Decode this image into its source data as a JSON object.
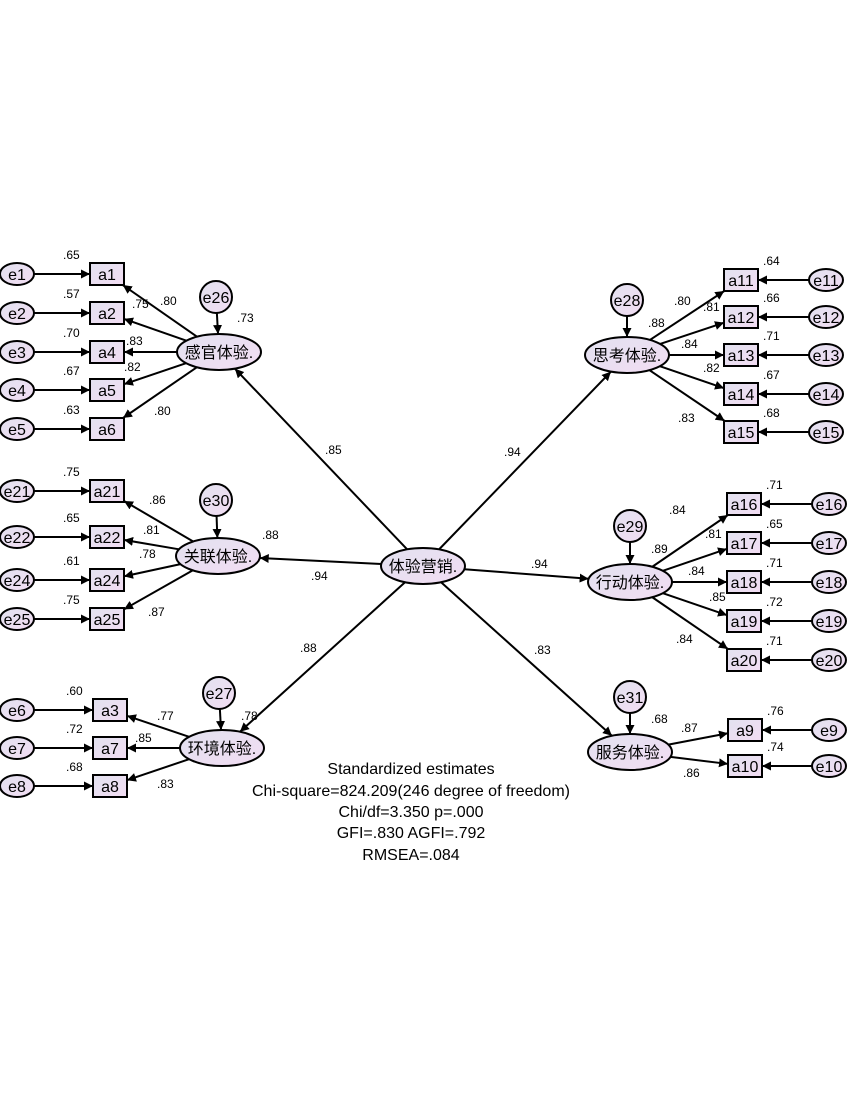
{
  "colors": {
    "node_fill_a": "#e4e0f0",
    "node_fill_b": "#f0dcf0",
    "stroke": "#000000"
  },
  "central": {
    "id": "C",
    "label": "体验营销."
  },
  "factors": [
    {
      "id": "F1",
      "label": "感官体验.",
      "path": ".85",
      "resid": "e26",
      "r2": ".73",
      "items": [
        {
          "id": "a1",
          "loading": ".80",
          "r2": ".65",
          "err": "e1"
        },
        {
          "id": "a2",
          "loading": ".75",
          "r2": ".57",
          "err": "e2"
        },
        {
          "id": "a4",
          "loading": ".83",
          "r2": ".70",
          "err": "e3"
        },
        {
          "id": "a5",
          "loading": ".82",
          "r2": ".67",
          "err": "e4"
        },
        {
          "id": "a6",
          "loading": ".80",
          "r2": ".63",
          "err": "e5"
        }
      ]
    },
    {
      "id": "F2",
      "label": "关联体验.",
      "path": ".94",
      "resid": "e30",
      "r2": ".88",
      "items": [
        {
          "id": "a21",
          "loading": ".86",
          "r2": ".75",
          "err": "e21"
        },
        {
          "id": "a22",
          "loading": ".81",
          "r2": ".65",
          "err": "e22"
        },
        {
          "id": "a24",
          "loading": ".78",
          "r2": ".61",
          "err": "e24"
        },
        {
          "id": "a25",
          "loading": ".87",
          "r2": ".75",
          "err": "e25"
        }
      ]
    },
    {
      "id": "F3",
      "label": "环境体验.",
      "path": ".88",
      "resid": "e27",
      "r2": ".78",
      "items": [
        {
          "id": "a3",
          "loading": ".77",
          "r2": ".60",
          "err": "e6"
        },
        {
          "id": "a7",
          "loading": ".85",
          "r2": ".72",
          "err": "e7"
        },
        {
          "id": "a8",
          "loading": ".83",
          "r2": ".68",
          "err": "e8"
        }
      ]
    },
    {
      "id": "F4",
      "label": "思考体验.",
      "path": ".94",
      "resid": "e28",
      "r2": ".88",
      "items": [
        {
          "id": "a11",
          "loading": ".80",
          "r2": ".64",
          "err": "e11"
        },
        {
          "id": "a12",
          "loading": ".81",
          "r2": ".66",
          "err": "e12"
        },
        {
          "id": "a13",
          "loading": ".84",
          "r2": ".71",
          "err": "e13"
        },
        {
          "id": "a14",
          "loading": ".82",
          "r2": ".67",
          "err": "e14"
        },
        {
          "id": "a15",
          "loading": ".83",
          "r2": ".68",
          "err": "e15"
        }
      ]
    },
    {
      "id": "F5",
      "label": "行动体验.",
      "path": ".94",
      "resid": "e29",
      "r2": ".89",
      "items": [
        {
          "id": "a16",
          "loading": ".84",
          "r2": ".71",
          "err": "e16"
        },
        {
          "id": "a17",
          "loading": ".81",
          "r2": ".65",
          "err": "e17"
        },
        {
          "id": "a18",
          "loading": ".84",
          "r2": ".71",
          "err": "e18"
        },
        {
          "id": "a19",
          "loading": ".85",
          "r2": ".72",
          "err": "e19"
        },
        {
          "id": "a20",
          "loading": ".84",
          "r2": ".71",
          "err": "e20"
        }
      ]
    },
    {
      "id": "F6",
      "label": "服务体验.",
      "path": ".83",
      "resid": "e31",
      "r2": ".68",
      "items": [
        {
          "id": "a9",
          "loading": ".87",
          "r2": ".76",
          "err": "e9"
        },
        {
          "id": "a10",
          "loading": ".86",
          "r2": ".74",
          "err": "e10"
        }
      ]
    }
  ],
  "fit": {
    "title": "Standardized estimates",
    "chi": "Chi-square=824.209(246 degree of freedom)",
    "chidf": "Chi/df=3.350  p=.000",
    "gfi": "GFI=.830  AGFI=.792",
    "rmsea": "RMSEA=.084"
  }
}
